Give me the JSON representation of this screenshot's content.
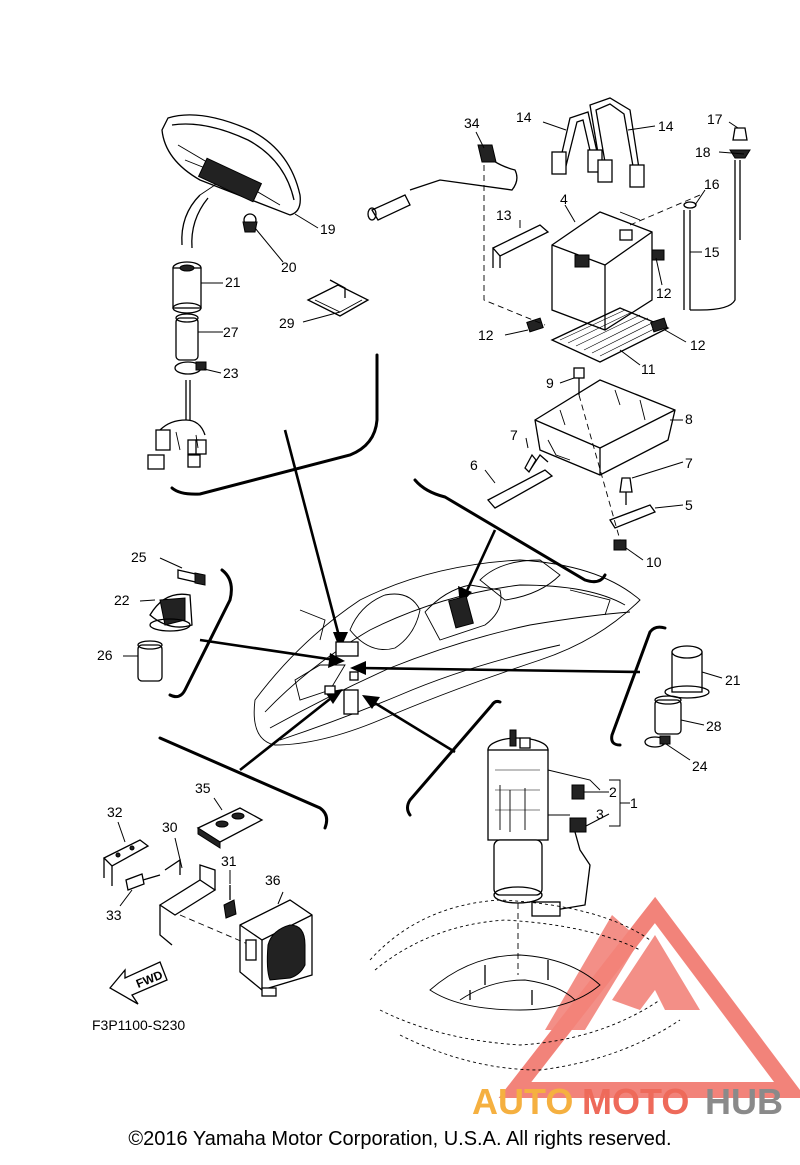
{
  "diagram": {
    "code": "F3P1100-S230",
    "fwd_label": "FWD",
    "callouts": [
      {
        "id": "c1",
        "text": "1"
      },
      {
        "id": "c2",
        "text": "2"
      },
      {
        "id": "c3",
        "text": "3"
      },
      {
        "id": "c4",
        "text": "4"
      },
      {
        "id": "c5",
        "text": "5"
      },
      {
        "id": "c6",
        "text": "6"
      },
      {
        "id": "c7a",
        "text": "7"
      },
      {
        "id": "c7b",
        "text": "7"
      },
      {
        "id": "c8",
        "text": "8"
      },
      {
        "id": "c9",
        "text": "9"
      },
      {
        "id": "c10",
        "text": "10"
      },
      {
        "id": "c11",
        "text": "11"
      },
      {
        "id": "c12a",
        "text": "12"
      },
      {
        "id": "c12b",
        "text": "12"
      },
      {
        "id": "c12c",
        "text": "12"
      },
      {
        "id": "c13",
        "text": "13"
      },
      {
        "id": "c14a",
        "text": "14"
      },
      {
        "id": "c14b",
        "text": "14"
      },
      {
        "id": "c15",
        "text": "15"
      },
      {
        "id": "c16",
        "text": "16"
      },
      {
        "id": "c17",
        "text": "17"
      },
      {
        "id": "c18",
        "text": "18"
      },
      {
        "id": "c19",
        "text": "19"
      },
      {
        "id": "c20",
        "text": "20"
      },
      {
        "id": "c21a",
        "text": "21"
      },
      {
        "id": "c21b",
        "text": "21"
      },
      {
        "id": "c22",
        "text": "22"
      },
      {
        "id": "c23",
        "text": "23"
      },
      {
        "id": "c24",
        "text": "24"
      },
      {
        "id": "c25",
        "text": "25"
      },
      {
        "id": "c26",
        "text": "26"
      },
      {
        "id": "c27",
        "text": "27"
      },
      {
        "id": "c28",
        "text": "28"
      },
      {
        "id": "c29",
        "text": "29"
      },
      {
        "id": "c30",
        "text": "30"
      },
      {
        "id": "c31",
        "text": "31"
      },
      {
        "id": "c32",
        "text": "32"
      },
      {
        "id": "c33",
        "text": "33"
      },
      {
        "id": "c34",
        "text": "34"
      },
      {
        "id": "c35",
        "text": "35"
      },
      {
        "id": "c36",
        "text": "36"
      }
    ]
  },
  "watermark": {
    "part1": "AUTO",
    "part2": "MOTO",
    "part3": "HUB",
    "color_part1": "#f5b040",
    "color_part2": "#ee6a5a",
    "color_part3": "#8a8a8a",
    "logo_color": "#ee5a4e"
  },
  "footer": {
    "copyright": "©2016 Yamaha Motor Corporation, U.S.A. All rights reserved."
  }
}
